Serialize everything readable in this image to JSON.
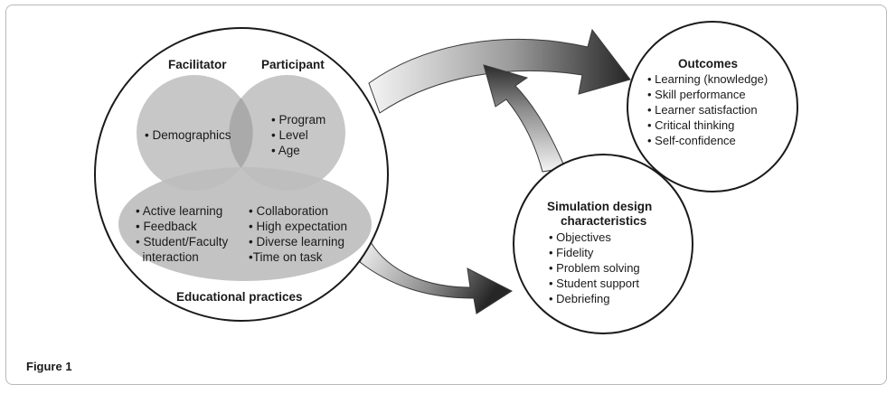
{
  "figure": {
    "caption": "Figure 1"
  },
  "left_circle": {
    "facilitator_label": "Facilitator",
    "participant_label": "Participant",
    "facilitator_items": [
      "• Demographics"
    ],
    "participant_items": [
      "• Program",
      "• Level",
      "• Age"
    ],
    "practices_label": "Educational practices",
    "practices_col1": [
      "• Active learning",
      "• Feedback",
      "• Student/Faculty",
      "  interaction"
    ],
    "practices_col2": [
      "• Collaboration",
      "• High expectation",
      "• Diverse learning",
      "•Time on task"
    ]
  },
  "design_circle": {
    "title_line1": "Simulation design",
    "title_line2": "characteristics",
    "items": [
      "• Objectives",
      "• Fidelity",
      "• Problem solving",
      "• Student support",
      "• Debriefing"
    ]
  },
  "outcomes_circle": {
    "title": "Outcomes",
    "items": [
      "• Learning (knowledge)",
      "• Skill performance",
      "• Learner satisfaction",
      "• Critical thinking",
      "• Self-confidence"
    ]
  },
  "colors": {
    "ellipse_fill": "#bdbdbd",
    "circle_stroke": "#1a1a1a",
    "arrow_dark": "#2b2b2b",
    "arrow_light": "#f2f2f2"
  }
}
